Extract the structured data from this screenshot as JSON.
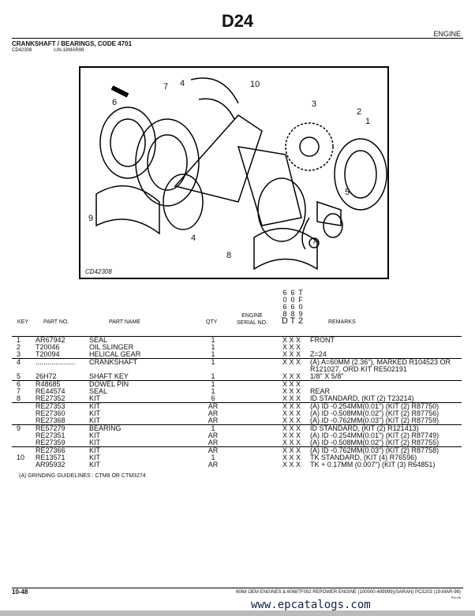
{
  "header": {
    "title": "D24",
    "section": "ENGINE",
    "part_title": "CRANKSHAFT / BEARINGS, CODE 4701",
    "illustration_code": "CD42308",
    "date_code": "-UN-18MAR98"
  },
  "figure": {
    "label": "CD42308",
    "callouts": [
      "1",
      "2",
      "3",
      "4",
      "4",
      "5",
      "6",
      "7",
      "8",
      "9",
      "10",
      "A"
    ]
  },
  "table": {
    "headers": {
      "key": "KEY",
      "part_no": "PART NO.",
      "part_name": "PART NAME",
      "qty": "QTY",
      "engine_serial": "ENGINE\nSERIAL NO.",
      "remarks": "REMARKS"
    },
    "model_columns": [
      [
        "6",
        "0",
        "6",
        "8",
        "D"
      ],
      [
        "6",
        "0",
        "6",
        "8",
        "T"
      ],
      [
        "T",
        "F",
        "0",
        "9",
        "2"
      ]
    ],
    "rows": [
      {
        "key": "1",
        "part_no": "AR67942",
        "name": "SEAL",
        "qty": "1",
        "x": "X X X",
        "remarks": "FRONT",
        "line": true
      },
      {
        "key": "2",
        "part_no": "T20046",
        "name": "OIL SLINGER",
        "qty": "1",
        "x": "X X X",
        "remarks": ""
      },
      {
        "key": "3",
        "part_no": "T20094",
        "name": "HELICAL GEAR",
        "qty": "1",
        "x": "X X X",
        "remarks": "Z=24"
      },
      {
        "key": "4",
        "part_no": "....................",
        "name": "CRANKSHAFT",
        "qty": "1",
        "x": "X X X",
        "remarks": "(A) A=60MM (2.36\"), MARKED R104523 OR",
        "line": true
      },
      {
        "key": "",
        "part_no": "",
        "name": "",
        "qty": "",
        "x": "",
        "remarks": "   R121027, ORD KIT RE502191"
      },
      {
        "key": "5",
        "part_no": "26H72",
        "name": "SHAFT KEY",
        "qty": "1",
        "x": "X X X",
        "remarks": "1/8\" X 5/8\""
      },
      {
        "key": "6",
        "part_no": "R48685",
        "name": "DOWEL PIN",
        "qty": "1",
        "x": "X X X",
        "remarks": "",
        "line": true
      },
      {
        "key": "7",
        "part_no": "RE44574",
        "name": "SEAL",
        "qty": "1",
        "x": "X X X",
        "remarks": "REAR"
      },
      {
        "key": "8",
        "part_no": "RE27352",
        "name": "KIT",
        "qty": "6",
        "x": "X X X",
        "remarks": "ID STANDARD, (KIT (2) T23214)"
      },
      {
        "key": "",
        "part_no": "RE27353",
        "name": "KIT",
        "qty": "AR",
        "x": "X X X",
        "remarks": "(A) ID -0.254MM(0.01\") (KIT (2) R87750)",
        "line": true
      },
      {
        "key": "",
        "part_no": "RE27360",
        "name": "KIT",
        "qty": "AR",
        "x": "X X X",
        "remarks": "(A) ID -0.508MM(0.02\") (KIT (2) R87756)"
      },
      {
        "key": "",
        "part_no": "RE27368",
        "name": "KIT",
        "qty": "AR",
        "x": "X X X",
        "remarks": "(A) ID -0.762MM(0.03\") (KIT (2) R87759)"
      },
      {
        "key": "9",
        "part_no": "RE57279",
        "name": "BEARING",
        "qty": "1",
        "x": "X X X",
        "remarks": "ID STANDARD, (KIT (2) R121413)",
        "line": true
      },
      {
        "key": "",
        "part_no": "RE27351",
        "name": "KIT",
        "qty": "AR",
        "x": "X X X",
        "remarks": "(A) ID -0.254MM(0.01\") (KIT (2) R87749)"
      },
      {
        "key": "",
        "part_no": "RE27359",
        "name": "KIT",
        "qty": "AR",
        "x": "X X X",
        "remarks": "(A) ID -0.508MM(0.02\") (KIT (2) R87755)"
      },
      {
        "key": "",
        "part_no": "RE27366",
        "name": "KIT",
        "qty": "AR",
        "x": "X X X",
        "remarks": "(A) ID -0.762MM(0.03\") (KIT (2) R87758)",
        "line": true
      },
      {
        "key": "10",
        "part_no": "RE13571",
        "name": "KIT",
        "qty": "1",
        "x": "X X X",
        "remarks": "TK STANDARD, (KIT (4) R76596)"
      },
      {
        "key": "",
        "part_no": "AR95932",
        "name": "KIT",
        "qty": "AR",
        "x": "X X X",
        "remarks": "TK + 0.17MM (0.007\") (KIT (3) R64851)"
      }
    ],
    "note": "(A) GRINDING GUIDELINES : CTM8 OR CTM3274"
  },
  "footer": {
    "page": "10-48",
    "description": "6068 OEM ENGINES & 6068TF092 REPOWER ENGINE (100000-499999)(SARAN)   PC3203     (19-MAR-98)",
    "pn": "PN=96",
    "watermark": "www.epcatalogs.com"
  }
}
